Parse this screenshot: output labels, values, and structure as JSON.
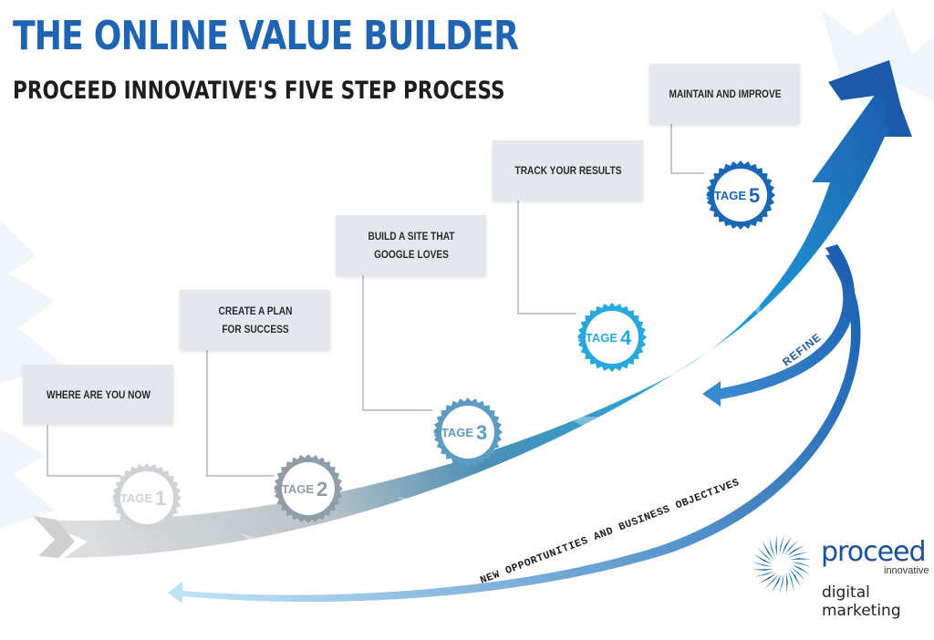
{
  "header": {
    "title": "THE ONLINE VALUE BUILDER",
    "subtitle": "PROCEED INNOVATIVE'S FIVE STEP PROCESS"
  },
  "stages": [
    {
      "word": "STAGE",
      "number": "1",
      "label_line1": "WHERE ARE YOU NOW",
      "label_line2": "",
      "color": "#cfd3d6"
    },
    {
      "word": "STAGE",
      "number": "2",
      "label_line1": "CREATE A PLAN",
      "label_line2": "FOR SUCCESS",
      "color": "#8e9da8"
    },
    {
      "word": "STAGE",
      "number": "3",
      "label_line1": "BUILD A SITE THAT",
      "label_line2": "GOOGLE LOVES",
      "color": "#5c9bc2"
    },
    {
      "word": "STAGE",
      "number": "4",
      "label_line1": "TRACK YOUR RESULTS",
      "label_line2": "",
      "color": "#28a9de"
    },
    {
      "word": "STAGE",
      "number": "5",
      "label_line1": "MAINTAIN AND IMPROVE",
      "label_line2": "",
      "color": "#1a67b5"
    }
  ],
  "loops": {
    "refine": "REFINE",
    "opportunities": "NEW OPPORTUNITIES AND BUSINESS OBJECTIVES"
  },
  "logo": {
    "name": "proceed",
    "sub": "innovative",
    "tagline": "digital marketing",
    "color": "#1a4f99"
  },
  "colors": {
    "title": "#1f63b3",
    "arrow_start": "#dadada",
    "arrow_end": "#1d5fb0"
  }
}
